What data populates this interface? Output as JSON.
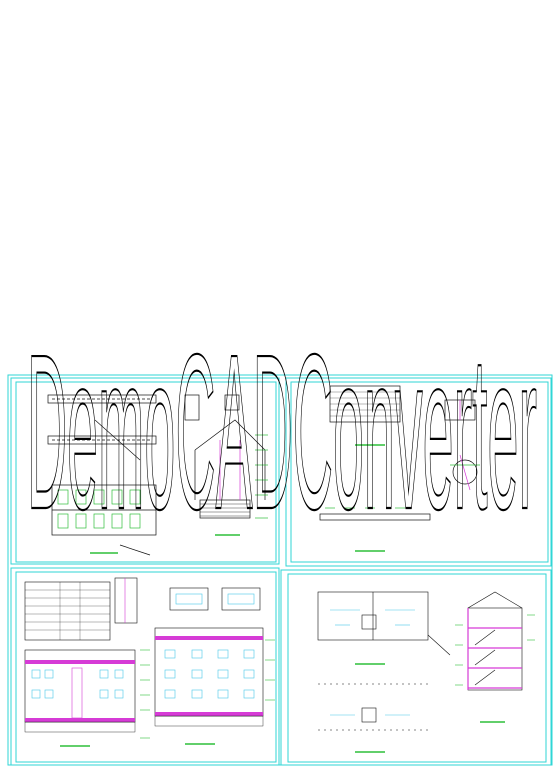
{
  "watermark": {
    "text": "DemoCADConverter"
  },
  "colors": {
    "background": "#ffffff",
    "frame": "#2fd6d6",
    "line": "#111111",
    "accent_magenta": "#d63bd6",
    "accent_green": "#2fbf3a",
    "accent_cyan": "#49c8e8"
  },
  "panels": [
    {
      "id": "roof-plan-panel"
    },
    {
      "id": "site-plan-panel"
    },
    {
      "id": "elevation-panel"
    },
    {
      "id": "floor-plan-section-panel"
    }
  ]
}
